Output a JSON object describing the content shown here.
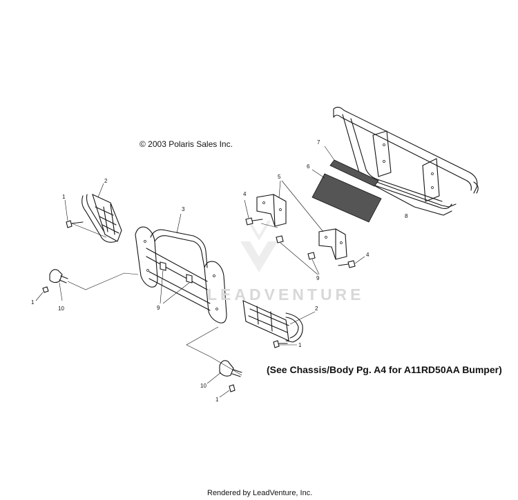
{
  "copyright": "© 2003 Polaris Sales Inc.",
  "note": "(See Chassis/Body Pg. A4 for A11RD50AA Bumper)",
  "footer": "Rendered by LeadVenture, Inc.",
  "watermark": {
    "text": "LEADVENTURE",
    "color": "#d8d8d8"
  },
  "callouts": {
    "c1a": "1",
    "c1b": "1",
    "c1c": "1",
    "c1d": "1",
    "c2a": "2",
    "c2b": "2",
    "c3": "3",
    "c4a": "4",
    "c4b": "4",
    "c5": "5",
    "c6": "6",
    "c7": "7",
    "c8": "8",
    "c9a": "9",
    "c9b": "9",
    "c10a": "10",
    "c10b": "10"
  }
}
